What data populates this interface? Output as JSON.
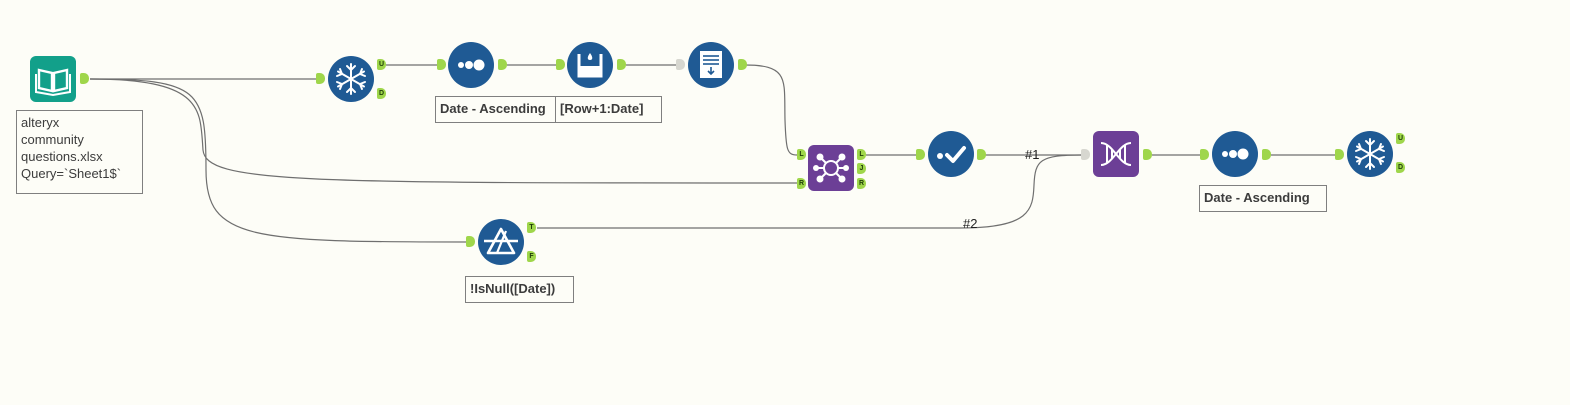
{
  "colors": {
    "canvas_bg": "#fdfdf7",
    "tool_blue": "#1f5a94",
    "tool_teal": "#12a08a",
    "tool_purple": "#6c3f96",
    "anchor_green": "#9fd64b",
    "connection": "#6f6f6f"
  },
  "tools": {
    "input": {
      "icon": "book-icon"
    },
    "unique_1": {
      "icon": "snowflake-icon",
      "out_top": "U",
      "out_bottom": "D"
    },
    "sort_1": {
      "icon": "dots-icon",
      "annotation": "Date - Ascending"
    },
    "multirow": {
      "icon": "beaker-icon",
      "annotation": "[Row+1:Date]"
    },
    "datetime": {
      "icon": "form-icon"
    },
    "join": {
      "icon": "join-icon",
      "in_left": "L",
      "in_right": "R",
      "out_left": "L",
      "out_join": "J",
      "out_right": "R"
    },
    "select": {
      "icon": "check-icon"
    },
    "union": {
      "icon": "dna-icon"
    },
    "sort_2": {
      "icon": "dots-icon",
      "annotation": "Date - Ascending"
    },
    "unique_2": {
      "icon": "snowflake-icon",
      "out_top": "U",
      "out_bottom": "D"
    },
    "filter": {
      "icon": "filter-icon",
      "out_true": "T",
      "out_false": "F",
      "annotation": "!IsNull([Date])"
    }
  },
  "input_annotation": {
    "line1": "alteryx",
    "line2": "community",
    "line3": "questions.xlsx",
    "line4": "Query=`Sheet1$`"
  },
  "connection_labels": {
    "first": "#1",
    "second": "#2"
  }
}
